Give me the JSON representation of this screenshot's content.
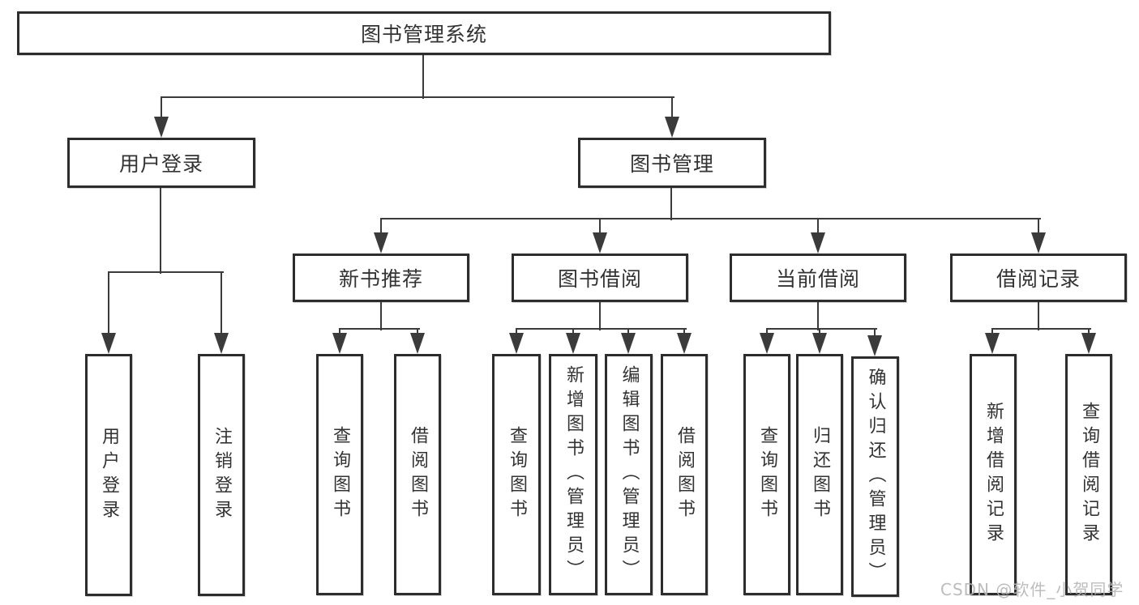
{
  "tree": {
    "root": "图书管理系统",
    "branches": [
      {
        "label": "用户登录",
        "leaves": [
          "用户登录",
          "注销登录"
        ]
      },
      {
        "label": "图书管理",
        "groups": [
          {
            "label": "新书推荐",
            "leaves": [
              "查询图书",
              "借阅图书"
            ]
          },
          {
            "label": "图书借阅",
            "leaves": [
              "查询图书",
              "新增图书（管理员）",
              "编辑图书（管理员）",
              "借阅图书"
            ]
          },
          {
            "label": "当前借阅",
            "leaves": [
              "查询图书",
              "归还图书",
              "确认归还（管理员）"
            ]
          },
          {
            "label": "借阅记录",
            "leaves": [
              "新增借阅记录",
              "查询借阅记录"
            ]
          }
        ]
      }
    ]
  },
  "watermark": "CSDN @软件_小贺同学",
  "colors": {
    "line": "#3b3b3b",
    "box_border": "#2d2d2d",
    "text": "#333333",
    "watermark": "#b5b5b5",
    "background": "#ffffff"
  }
}
